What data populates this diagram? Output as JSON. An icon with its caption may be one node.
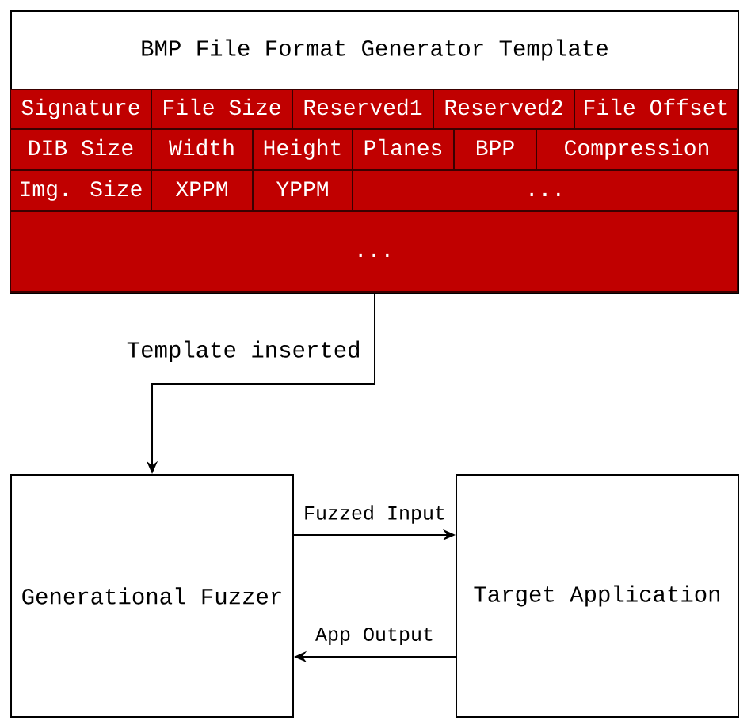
{
  "diagram": {
    "nodes": [
      {
        "text": [
          "BMP File Format Generator Template"
        ]
      },
      {
        "text": [
          "Signature"
        ],
        "in": 0
      },
      {
        "text": [
          "File Size"
        ],
        "in": 0
      },
      {
        "text": [
          "Reserved1"
        ],
        "in": 0
      },
      {
        "text": [
          "Reserved2"
        ],
        "in": 0
      },
      {
        "text": [
          "File Offset"
        ],
        "in": 0
      },
      {
        "text": [
          "DIB Size"
        ],
        "in": 0
      },
      {
        "text": [
          "Width"
        ],
        "in": 0
      },
      {
        "text": [
          "Height"
        ],
        "in": 0
      },
      {
        "text": [
          "Planes"
        ],
        "in": 0
      },
      {
        "text": [
          "BPP"
        ],
        "in": 0
      },
      {
        "text": [
          "Compression"
        ],
        "in": 0
      },
      {
        "text": [
          "Img. Size"
        ],
        "in": 0
      },
      {
        "text": [
          "XPPM"
        ],
        "in": 0
      },
      {
        "text": [
          "YPPM"
        ],
        "in": 0
      },
      {
        "text": [
          "..."
        ],
        "in": 0
      },
      {
        "text": [
          "..."
        ],
        "in": 0
      },
      {
        "text": [
          "Generational Fuzzer"
        ]
      },
      {
        "text": [
          "Target Application"
        ]
      }
    ],
    "edges": [
      {
        "from": 0,
        "to": 17,
        "arrow": "to",
        "label": "Template inserted"
      },
      {
        "from": 17,
        "to": 18,
        "arrow": "to",
        "label": "Fuzzed Input"
      },
      {
        "from": 18,
        "to": 17,
        "arrow": "to",
        "label": "App Output"
      }
    ]
  }
}
